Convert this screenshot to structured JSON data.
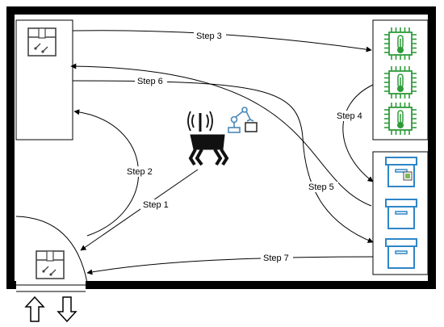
{
  "steps": [
    {
      "id": "step-1",
      "label": "Step 1"
    },
    {
      "id": "step-2",
      "label": "Step 2"
    },
    {
      "id": "step-3",
      "label": "Step 3"
    },
    {
      "id": "step-4",
      "label": "Step 4"
    },
    {
      "id": "step-5",
      "label": "Step 5"
    },
    {
      "id": "step-6",
      "label": "Step 6"
    },
    {
      "id": "step-7",
      "label": "Step 7"
    }
  ],
  "colors": {
    "wall": "#000000",
    "sensor": "#2e9b3a",
    "storage": "#2e86c8",
    "robot": "#111111",
    "arm": "#4a88b8",
    "box": "#444444"
  },
  "icons": {
    "sensors": [
      "cpu-thermometer-icon",
      "cpu-thermometer-icon",
      "cpu-thermometer-icon"
    ],
    "storage": [
      "storage-box-icon-labeled",
      "storage-box-icon",
      "storage-box-icon"
    ],
    "robot": "quadruped-robot-icon",
    "arm": "robot-arm-icon",
    "package": "package-box-icon",
    "doors": [
      "up-arrow-icon",
      "down-arrow-icon"
    ]
  }
}
